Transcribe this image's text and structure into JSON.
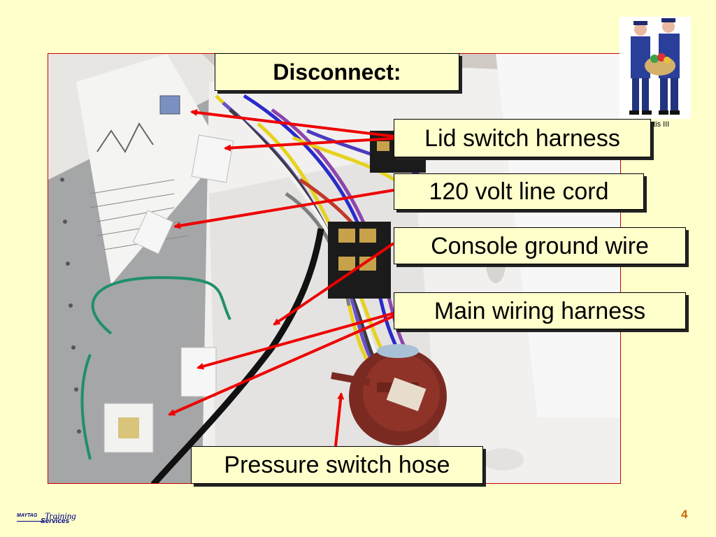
{
  "title": "Disconnect:",
  "labels": {
    "lid_switch": "Lid switch harness",
    "line_cord": "120 volt line cord",
    "console_ground": "Console ground wire",
    "main_wiring": "Main wiring harness",
    "pressure_hose": "Pressure switch hose"
  },
  "image_credit": "ntis III",
  "footer": {
    "logo_brand": "MAYTAG",
    "logo_training": "Training",
    "logo_services": "Services",
    "page_number": "4"
  },
  "colors": {
    "background": "#ffffcc",
    "arrow": "#ee0000",
    "border": "#cc0000",
    "page_number": "#cc6600"
  }
}
